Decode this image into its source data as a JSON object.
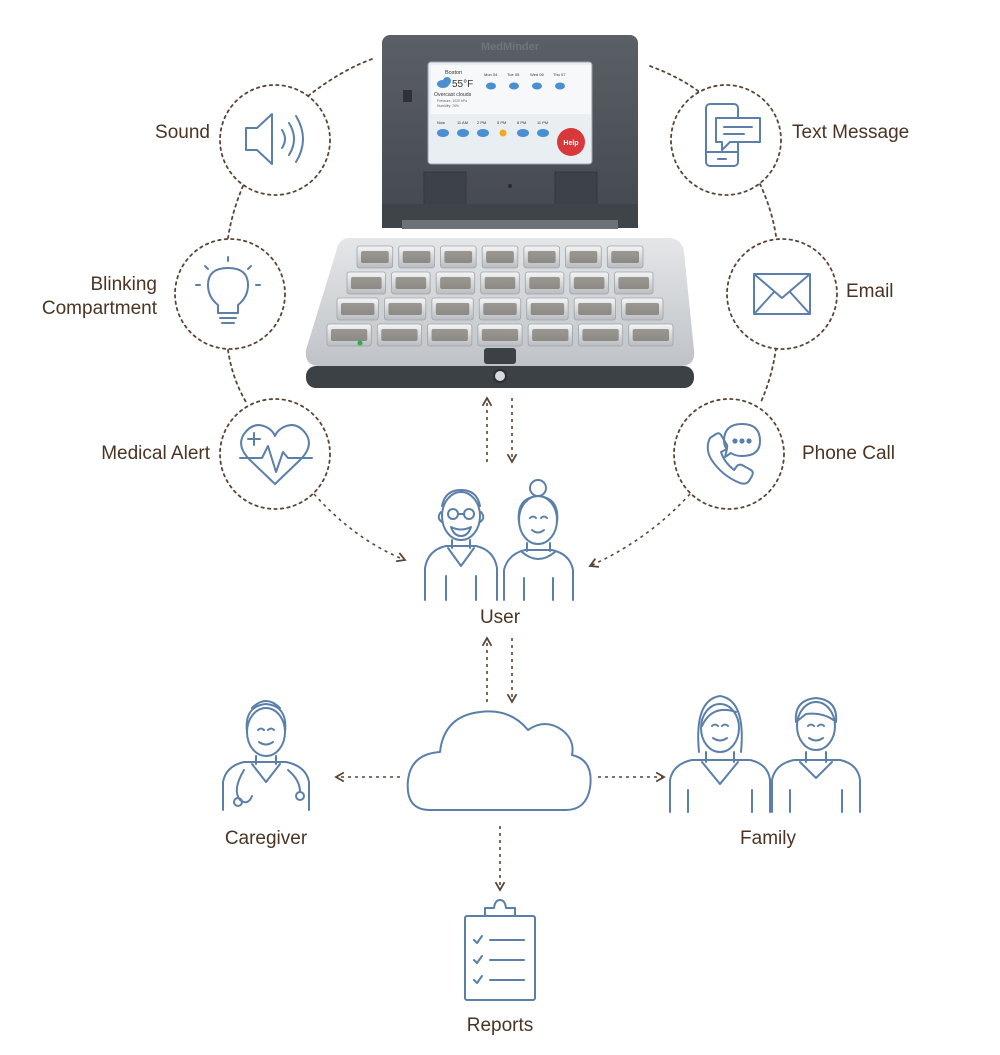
{
  "device": {
    "brand": "MedMinder",
    "screen": {
      "city": "Boston",
      "temperature": "55°F",
      "condition": "Overcast clouds",
      "details": [
        "Pressure: 1020 hPa",
        "Humidity: 76%"
      ],
      "forecast_days": [
        "Mon 04",
        "Tue 05",
        "Wed 06",
        "Thu 07"
      ],
      "hourly_times": [
        "Now",
        "11 AM",
        "2 PM",
        "5 PM",
        "8 PM",
        "11 PM"
      ],
      "help_label": "Help"
    }
  },
  "alert_channels_left": [
    {
      "label": "Sound",
      "icon": "speaker-icon"
    },
    {
      "label": "Blinking Compartment",
      "icon": "lightbulb-icon"
    },
    {
      "label": "Medical Alert",
      "icon": "heart-pulse-icon"
    }
  ],
  "alert_channels_right": [
    {
      "label": "Text Message",
      "icon": "phone-message-icon"
    },
    {
      "label": "Email",
      "icon": "envelope-icon"
    },
    {
      "label": "Phone Call",
      "icon": "phone-call-icon"
    }
  ],
  "nodes": {
    "user": "User",
    "cloud": "",
    "caregiver": "Caregiver",
    "family": "Family",
    "reports": "Reports"
  },
  "colors": {
    "icon_blue": "#5b7fa8",
    "label_brown": "#4a3424",
    "connector_brown": "#5a4535",
    "device_dark": "#4d5258",
    "help_red": "#d9383a"
  }
}
